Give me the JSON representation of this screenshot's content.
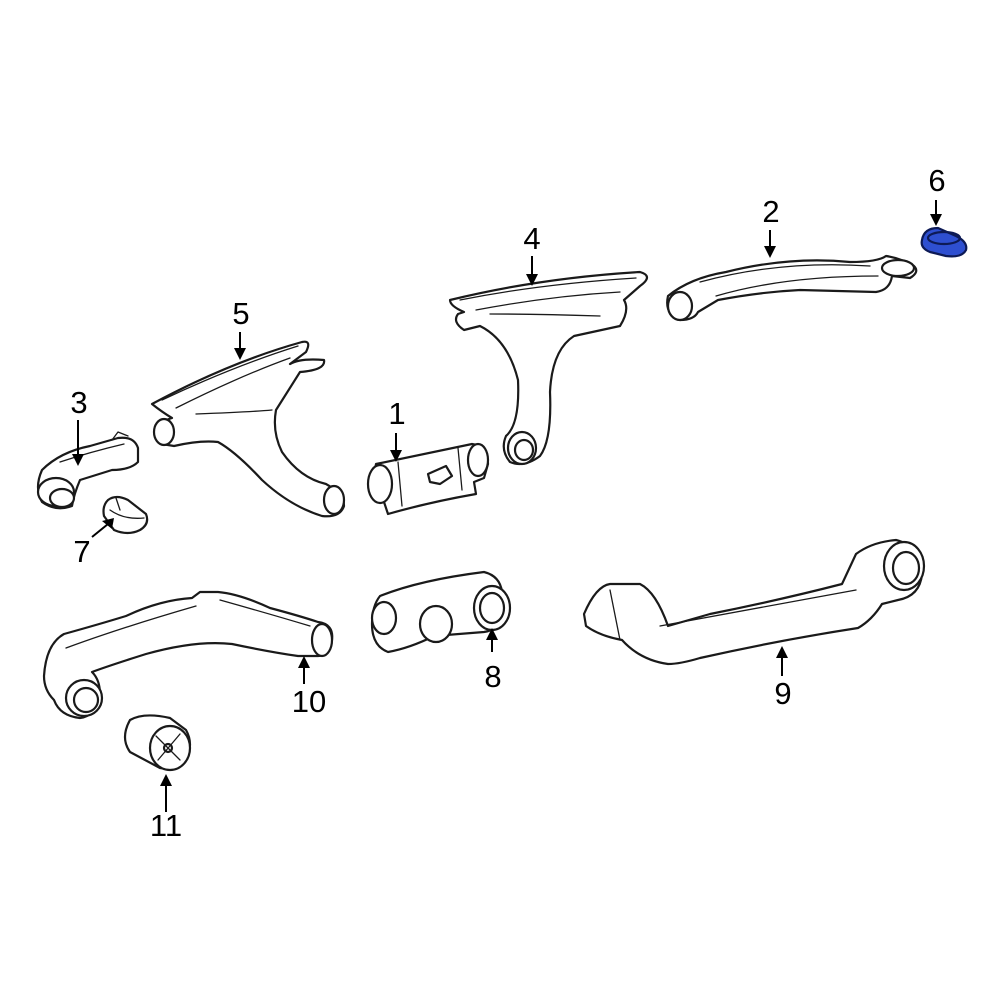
{
  "diagram": {
    "callouts": [
      {
        "id": "1",
        "label": "1"
      },
      {
        "id": "2",
        "label": "2"
      },
      {
        "id": "3",
        "label": "3"
      },
      {
        "id": "4",
        "label": "4"
      },
      {
        "id": "5",
        "label": "5"
      },
      {
        "id": "6",
        "label": "6"
      },
      {
        "id": "7",
        "label": "7"
      },
      {
        "id": "8",
        "label": "8"
      },
      {
        "id": "9",
        "label": "9"
      },
      {
        "id": "10",
        "label": "10"
      },
      {
        "id": "11",
        "label": "11"
      }
    ],
    "highlighted_part": "6",
    "highlight_color": "#2e4fd0"
  }
}
